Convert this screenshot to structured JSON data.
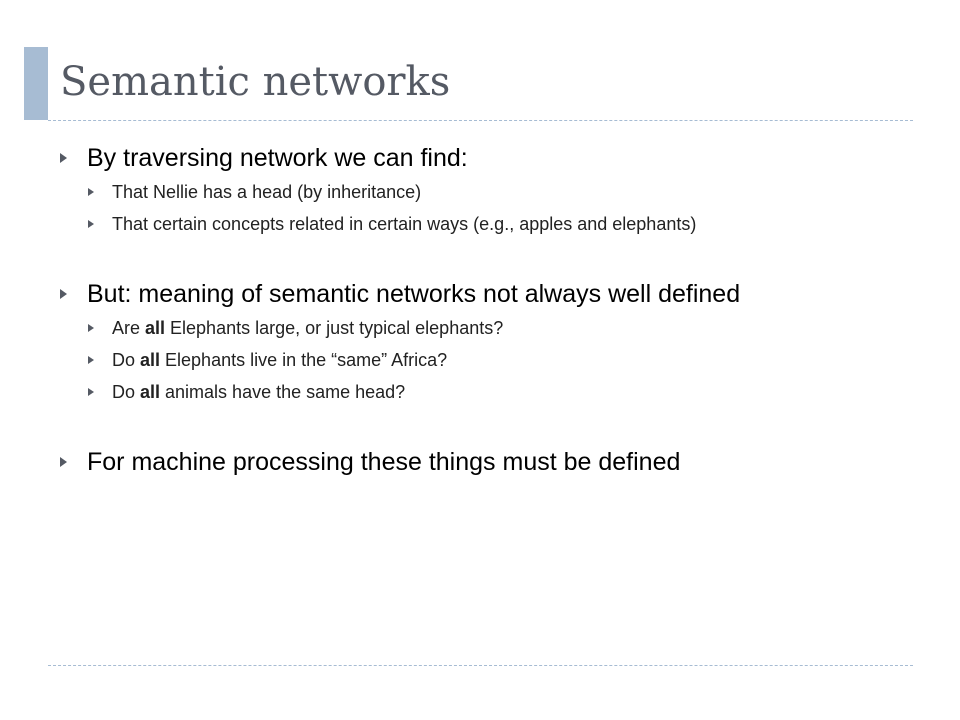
{
  "slide": {
    "title": "Semantic networks",
    "accent_color": "#a7bcd3",
    "title_color": "#555a64"
  },
  "bullets": {
    "b1": {
      "text": "By traversing network we can find:",
      "sub": [
        "That Nellie has a head (by inheritance)",
        "That certain concepts related in certain ways (e.g., apples and elephants)"
      ]
    },
    "b2": {
      "text": "But: meaning of semantic networks not always well defined",
      "sub": [
        {
          "pre": "Are ",
          "bold": "all",
          "post": " Elephants large, or just typical elephants?"
        },
        {
          "pre": "Do ",
          "bold": "all",
          "post": " Elephants live in the “same” Africa?"
        },
        {
          "pre": "Do ",
          "bold": "all",
          "post": " animals have the same head?"
        }
      ]
    },
    "b3": {
      "text": "For machine processing these things must be defined"
    }
  }
}
